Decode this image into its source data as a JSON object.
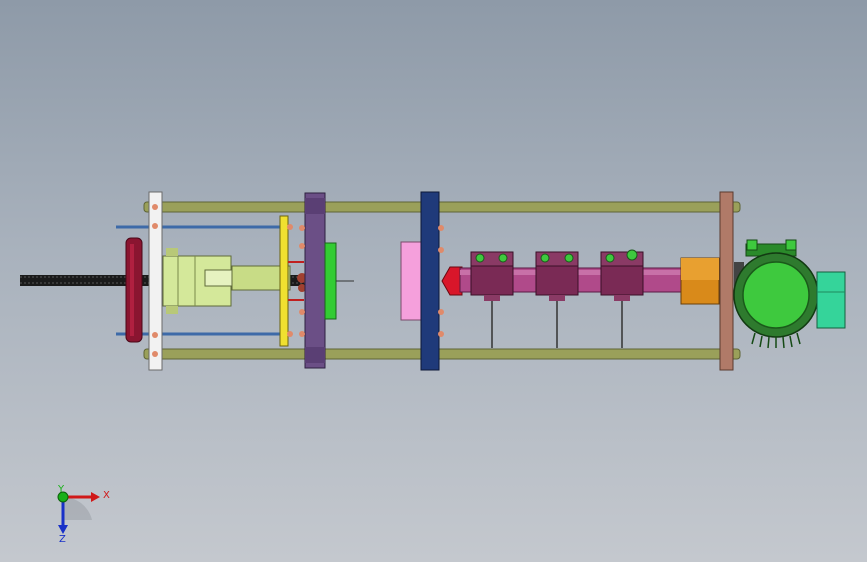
{
  "viewport": {
    "background_top": "#8e9aa8",
    "background_bottom": "#c4c8ce"
  },
  "colors": {
    "rod": "#9aa05a",
    "rod_dark": "#6d7340",
    "frame_plate_white": "#f2f2f2",
    "moving_plate_purple": "#6b4f86",
    "fixed_plate_navy": "#1f3a7a",
    "end_plate_brown": "#b07a68",
    "injection_barrel": "#b04a8a",
    "heater_band": "#7a2a55",
    "hopper_orange": "#d98a1a",
    "motor_green": "#3ec93e",
    "gearbox_teal": "#35d49a",
    "handwheel_red": "#8a1530",
    "clamp_cylinder": "#d4e89a",
    "mold_green": "#33cc33",
    "mold_pink": "#f5a0dc",
    "screw_black": "#1a1a1a",
    "nozzle_red": "#d8162a"
  },
  "triad": {
    "x_label": "X",
    "y_label": "Y",
    "z_label": "Z",
    "x_color": "#d01818",
    "y_color": "#18b018",
    "z_color": "#1830c8"
  }
}
